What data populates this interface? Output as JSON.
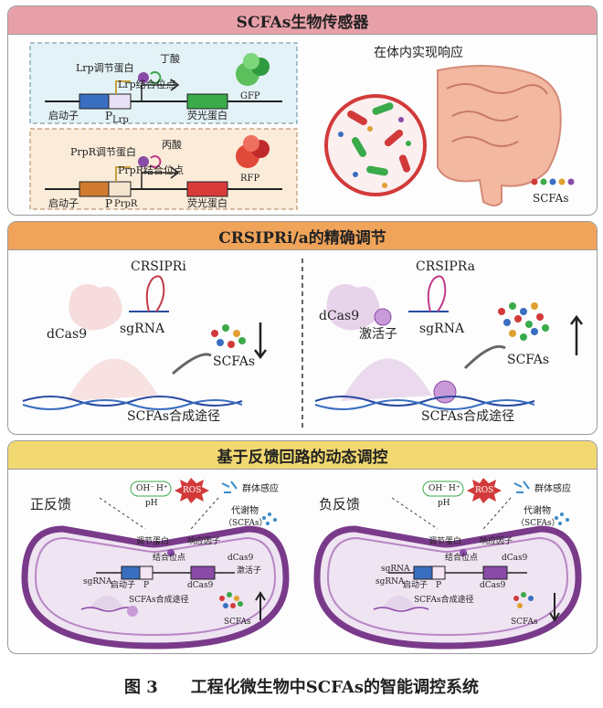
{
  "panel1": {
    "title": "SCFAs生物传感器",
    "lrp": {
      "regulator": "Lrp调节蛋白",
      "ligand": "丁酸",
      "binding_site": "Lrp结合位点",
      "promoter": "启动子",
      "p": "P",
      "p_sub": "Lrp",
      "reporter": "荧光蛋白",
      "protein": "GFP"
    },
    "prpr": {
      "regulator": "PrpR调节蛋白",
      "ligand": "丙酸",
      "binding_site": "PrpR结合位点",
      "promoter": "启动子",
      "p": "P",
      "p_sub": "PrpR",
      "reporter": "荧光蛋白",
      "protein": "RFP"
    },
    "in_vivo": "在体内实现响应",
    "scfas": "SCFAs"
  },
  "panel2": {
    "title": "CRSIPRi/a的精确调节",
    "left": {
      "title": "CRSIPRi",
      "dcas9": "dCas9",
      "sgrna": "sgRNA",
      "scfas": "SCFAs",
      "pathway": "SCFAs合成途径"
    },
    "right": {
      "title": "CRSIPRa",
      "dcas9": "dCas9",
      "activator": "激活子",
      "sgrna": "sgRNA",
      "scfas": "SCFAs",
      "pathway": "SCFAs合成途径"
    }
  },
  "panel3": {
    "title": "基于反馈回路的动态调控",
    "positive": {
      "title": "正反馈",
      "oh": "OH⁻",
      "h": "H⁺",
      "ph": "pH",
      "ros": "ROS",
      "quorum": "群体感应",
      "metabolite": "代谢物",
      "metabolite_sub": "（SCFAs）",
      "regulator": "调节蛋白",
      "response": "响应因子",
      "binding": "结合位点",
      "dcas9_small": "dCas9",
      "activator": "激活子",
      "sgrna": "sgRNA",
      "promoter": "启动子",
      "p": "P",
      "dcas9": "dCas9",
      "pathway": "SCFAs合成途径",
      "scfas": "SCFAs"
    },
    "negative": {
      "title": "负反馈",
      "oh": "OH⁻",
      "h": "H⁺",
      "ph": "pH",
      "ros": "ROS",
      "quorum": "群体感应",
      "metabolite": "代谢物",
      "metabolite_sub": "（SCFAs）",
      "regulator": "调节蛋白",
      "response": "响应因子",
      "binding": "结合位点",
      "dcas9_small": "dCas9",
      "sgrna1": "sgRNA",
      "sgrna2": "sgRNA",
      "promoter": "启动子",
      "p": "P",
      "dcas9": "dCas9",
      "pathway": "SCFAs合成途径",
      "scfas": "SCFAs"
    }
  },
  "caption": "图 3　　工程化微生物中SCFAs的智能调控系统",
  "colors": {
    "panel1_header": "#e8a0a8",
    "panel2_header": "#f0a45a",
    "panel3_header": "#f2d870",
    "membrane": "#7a3a8a",
    "gfp": "#4caf50",
    "rfp": "#e53935"
  }
}
